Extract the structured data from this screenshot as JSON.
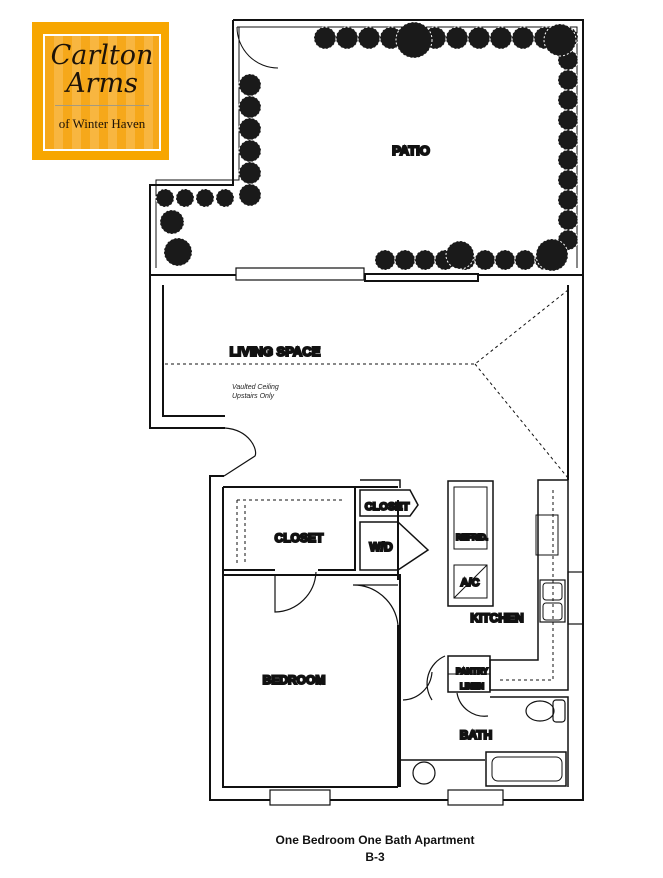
{
  "logo": {
    "line1": "Carlton",
    "line2": "Arms",
    "line3": "of Winter Haven",
    "bg_color": "#f7a600"
  },
  "rooms": {
    "patio": "PATIO",
    "living": "LIVING SPACE",
    "vault_note_1": "Vaulted Ceiling",
    "vault_note_2": "Upstairs Only",
    "closet_bed": "CLOSET",
    "closet_small": "CLOSET",
    "wd": "W/D",
    "refrid": "REFRID.",
    "ac": "A/C",
    "kitchen": "KITCHEN",
    "pantry": "PANTRY",
    "linen": "LINEN",
    "bedroom": "BEDROOM",
    "bath": "BATH"
  },
  "caption": {
    "title": "One Bedroom One Bath Apartment",
    "unit": "B-3"
  }
}
